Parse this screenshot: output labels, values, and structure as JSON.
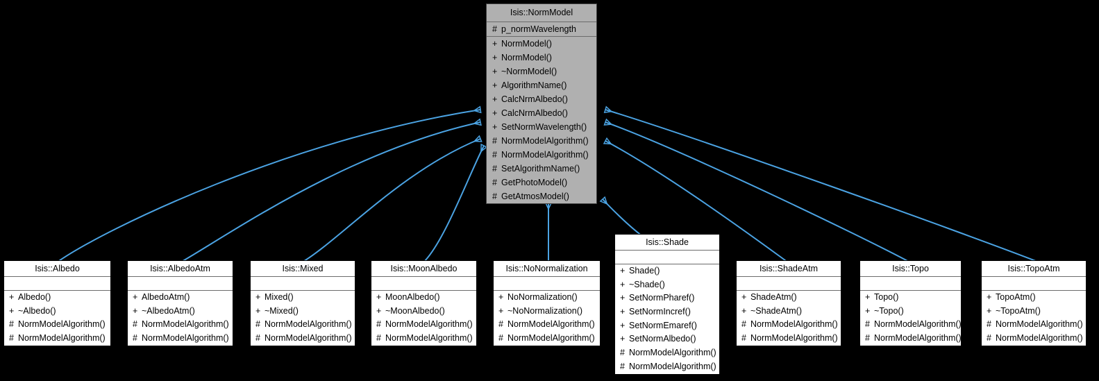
{
  "diagram": {
    "kind": "uml-inheritance-diagram",
    "background_color": "#000000",
    "edge_color": "#4ba3e3",
    "root_fill_color": "#b0b0b0",
    "leaf_fill_color": "#ffffff",
    "arrowhead": "hollow-triangle-inheritance"
  },
  "root": {
    "name": "Isis::NormModel",
    "attributes": [
      {
        "visibility": "#",
        "label": "p_normWavelength"
      }
    ],
    "methods": [
      {
        "visibility": "+",
        "label": "NormModel()"
      },
      {
        "visibility": "+",
        "label": "NormModel()"
      },
      {
        "visibility": "+",
        "label": "~NormModel()"
      },
      {
        "visibility": "+",
        "label": "AlgorithmName()"
      },
      {
        "visibility": "+",
        "label": "CalcNrmAlbedo()"
      },
      {
        "visibility": "+",
        "label": "CalcNrmAlbedo()"
      },
      {
        "visibility": "+",
        "label": "SetNormWavelength()"
      },
      {
        "visibility": "#",
        "label": "NormModelAlgorithm()"
      },
      {
        "visibility": "#",
        "label": "NormModelAlgorithm()"
      },
      {
        "visibility": "#",
        "label": "SetAlgorithmName()"
      },
      {
        "visibility": "#",
        "label": "GetPhotoModel()"
      },
      {
        "visibility": "#",
        "label": "GetAtmosModel()"
      }
    ]
  },
  "subclasses": [
    {
      "name": "Isis::Albedo",
      "attributes": [],
      "methods": [
        {
          "visibility": "+",
          "label": "Albedo()"
        },
        {
          "visibility": "+",
          "label": "~Albedo()"
        },
        {
          "visibility": "#",
          "label": "NormModelAlgorithm()"
        },
        {
          "visibility": "#",
          "label": "NormModelAlgorithm()"
        }
      ]
    },
    {
      "name": "Isis::AlbedoAtm",
      "attributes": [],
      "methods": [
        {
          "visibility": "+",
          "label": "AlbedoAtm()"
        },
        {
          "visibility": "+",
          "label": "~AlbedoAtm()"
        },
        {
          "visibility": "#",
          "label": "NormModelAlgorithm()"
        },
        {
          "visibility": "#",
          "label": "NormModelAlgorithm()"
        }
      ]
    },
    {
      "name": "Isis::Mixed",
      "attributes": [],
      "methods": [
        {
          "visibility": "+",
          "label": "Mixed()"
        },
        {
          "visibility": "+",
          "label": "~Mixed()"
        },
        {
          "visibility": "#",
          "label": "NormModelAlgorithm()"
        },
        {
          "visibility": "#",
          "label": "NormModelAlgorithm()"
        }
      ]
    },
    {
      "name": "Isis::MoonAlbedo",
      "attributes": [],
      "methods": [
        {
          "visibility": "+",
          "label": "MoonAlbedo()"
        },
        {
          "visibility": "+",
          "label": "~MoonAlbedo()"
        },
        {
          "visibility": "#",
          "label": "NormModelAlgorithm()"
        },
        {
          "visibility": "#",
          "label": "NormModelAlgorithm()"
        }
      ]
    },
    {
      "name": "Isis::NoNormalization",
      "attributes": [],
      "methods": [
        {
          "visibility": "+",
          "label": "NoNormalization()"
        },
        {
          "visibility": "+",
          "label": "~NoNormalization()"
        },
        {
          "visibility": "#",
          "label": "NormModelAlgorithm()"
        },
        {
          "visibility": "#",
          "label": "NormModelAlgorithm()"
        }
      ]
    },
    {
      "name": "Isis::Shade",
      "attributes": [],
      "methods": [
        {
          "visibility": "+",
          "label": "Shade()"
        },
        {
          "visibility": "+",
          "label": "~Shade()"
        },
        {
          "visibility": "+",
          "label": "SetNormPharef()"
        },
        {
          "visibility": "+",
          "label": "SetNormIncref()"
        },
        {
          "visibility": "+",
          "label": "SetNormEmaref()"
        },
        {
          "visibility": "+",
          "label": "SetNormAlbedo()"
        },
        {
          "visibility": "#",
          "label": "NormModelAlgorithm()"
        },
        {
          "visibility": "#",
          "label": "NormModelAlgorithm()"
        }
      ]
    },
    {
      "name": "Isis::ShadeAtm",
      "attributes": [],
      "methods": [
        {
          "visibility": "+",
          "label": "ShadeAtm()"
        },
        {
          "visibility": "+",
          "label": "~ShadeAtm()"
        },
        {
          "visibility": "#",
          "label": "NormModelAlgorithm()"
        },
        {
          "visibility": "#",
          "label": "NormModelAlgorithm()"
        }
      ]
    },
    {
      "name": "Isis::Topo",
      "attributes": [],
      "methods": [
        {
          "visibility": "+",
          "label": "Topo()"
        },
        {
          "visibility": "+",
          "label": "~Topo()"
        },
        {
          "visibility": "#",
          "label": "NormModelAlgorithm()"
        },
        {
          "visibility": "#",
          "label": "NormModelAlgorithm()"
        }
      ]
    },
    {
      "name": "Isis::TopoAtm",
      "attributes": [],
      "methods": [
        {
          "visibility": "+",
          "label": "TopoAtm()"
        },
        {
          "visibility": "+",
          "label": "~TopoAtm()"
        },
        {
          "visibility": "#",
          "label": "NormModelAlgorithm()"
        },
        {
          "visibility": "#",
          "label": "NormModelAlgorithm()"
        }
      ]
    }
  ]
}
